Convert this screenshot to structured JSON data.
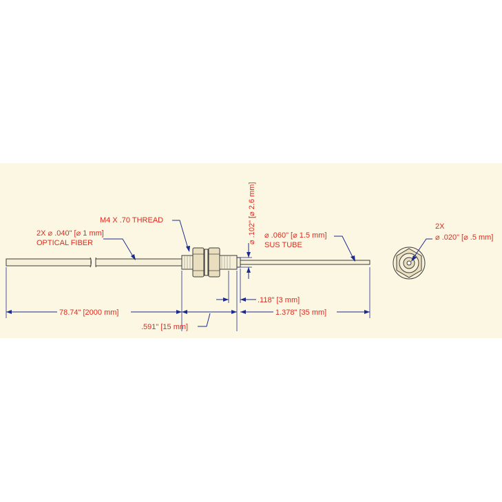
{
  "colors": {
    "panel_background": "#fcf7e2",
    "label_red": "#e0281e",
    "dimension_blue": "#1c2a8c"
  },
  "labels": {
    "thread": "M4 X .70 THREAD",
    "fiber_count": "2X ⌀ .040\" [⌀ 1 mm]",
    "fiber_name": "OPTICAL FIBER",
    "tube_dia": "⌀ .060\" [⌀ 1.5 mm]",
    "tube_name": "SUS TUBE",
    "head_dia": "⌀ .102\" [⌀ 2.6 mm]",
    "end_count": "2X",
    "end_dia": "⌀ .020\" [⌀ .5 mm]"
  },
  "dimensions": {
    "fiber_length": "78.74\" [2000 mm]",
    "thread_length": ".591\" [15 mm]",
    "head_length": ".118\" [3 mm]",
    "tube_length": "1.378\" [35 mm]"
  }
}
